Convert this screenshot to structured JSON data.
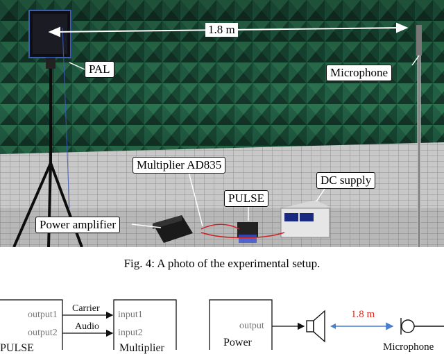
{
  "photo": {
    "labels": {
      "pal": "PAL",
      "distance": "1.8 m",
      "microphone": "Microphone",
      "multiplier": "Multiplier AD835",
      "dc_supply": "DC supply",
      "pulse": "PULSE",
      "power_amplifier": "Power amplifier"
    }
  },
  "caption": "Fig. 4: A photo of the experimental setup.",
  "diagram": {
    "pulse_block": {
      "output1": "output1",
      "output2": "output2",
      "name": "PULSE"
    },
    "multiplier_block": {
      "input1": "input1",
      "input2": "input2",
      "name": "Multiplier"
    },
    "signals": {
      "carrier": "Carrier",
      "audio": "Audio"
    },
    "power_block": {
      "output": "output",
      "name": "Power"
    },
    "distance": "1.8 m",
    "microphone": "Microphone"
  },
  "colors": {
    "foam": "#1f5a3f",
    "floor": "#c9c9c9",
    "accent": "#d52b1e",
    "arrow_blue": "#4a7fd0"
  }
}
